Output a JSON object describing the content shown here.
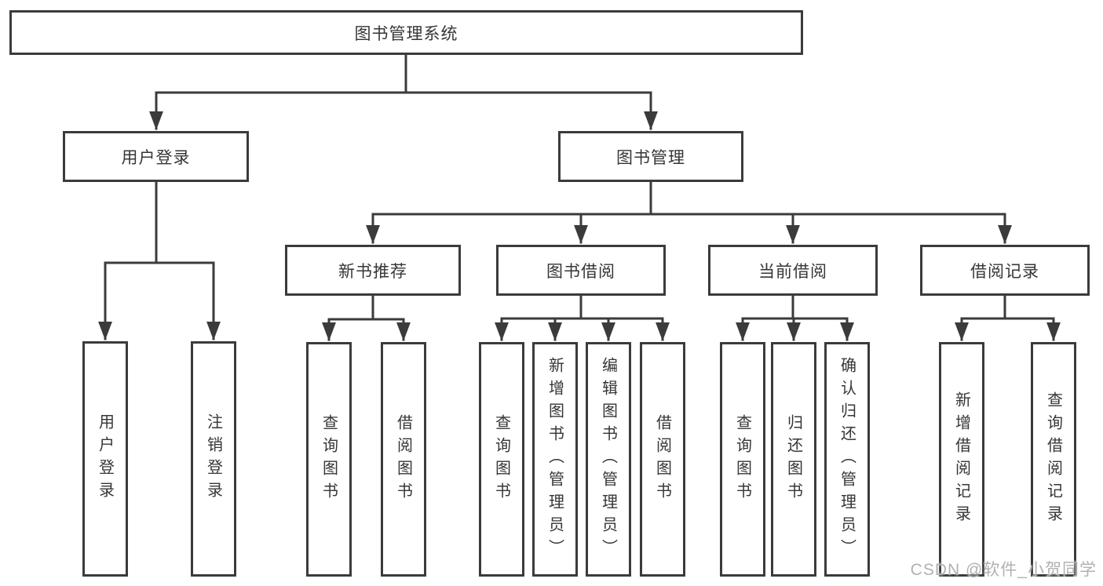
{
  "diagram": {
    "root": {
      "label": "图书管理系统"
    },
    "branches": [
      {
        "label": "用户登录",
        "children": [
          {
            "label": "用户登录"
          },
          {
            "label": "注销登录"
          }
        ]
      },
      {
        "label": "图书管理",
        "children": [
          {
            "label": "新书推荐",
            "children": [
              {
                "label": "查询图书"
              },
              {
                "label": "借阅图书"
              }
            ]
          },
          {
            "label": "图书借阅",
            "children": [
              {
                "label": "查询图书"
              },
              {
                "label": "新增图书（管理员）"
              },
              {
                "label": "编辑图书（管理员）"
              },
              {
                "label": "借阅图书"
              }
            ]
          },
          {
            "label": "当前借阅",
            "children": [
              {
                "label": "查询图书"
              },
              {
                "label": "归还图书"
              },
              {
                "label": "确认归还（管理员）"
              }
            ]
          },
          {
            "label": "借阅记录",
            "children": [
              {
                "label": "新增借阅记录"
              },
              {
                "label": "查询借阅记录"
              }
            ]
          }
        ]
      }
    ]
  },
  "watermark": {
    "text": "CSDN @软件_小贺同学",
    "color": "#b0b1b3"
  },
  "colors": {
    "line": "#3b3b3d",
    "text": "#363638",
    "background": "#ffffff"
  }
}
